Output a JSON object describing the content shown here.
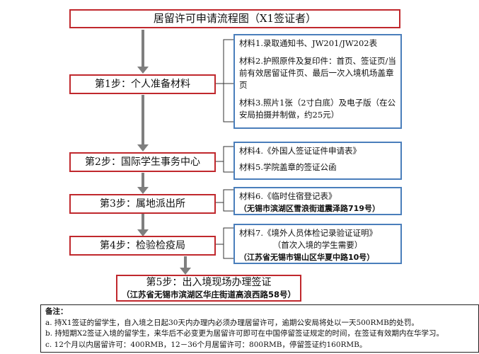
{
  "title": "居留许可申请流程图（X1签证者）",
  "steps": [
    {
      "label": "第1步：个人准备材料",
      "sub": ""
    },
    {
      "label": "第2步：国际学生事务中心",
      "sub": ""
    },
    {
      "label": "第3步：属地派出所",
      "sub": ""
    },
    {
      "label": "第4步：检验检疫局",
      "sub": ""
    },
    {
      "label": "第5步：出入境现场办理签证",
      "sub": "（江苏省无锡市滨湖区华庄街道高浪西路58号）"
    }
  ],
  "materials": {
    "m1": "材料1.录取通知书、JW201/JW202表",
    "m2": "材料2.护照原件及复印件：首页、签证页/当前有效居留证件页、最后一次入境机场盖章页",
    "m3": "材料3.照片1张（2寸白底）及电子版（在公安局拍摄并制做，约25元）",
    "m4": "材料4.《外国人签证证件申请表》",
    "m5": "材料5.学院盖章的签证公函",
    "m6": "材料6.《临时住宿登记表》",
    "m6_addr": "（无锡市滨湖区雪浪街道震泽路719号）",
    "m7": "材料7.《境外人员体检记录验证证明》",
    "m7_note": "（首次入境的学生需要）",
    "m7_addr": "（江苏省无锡市锡山区华夏中路10号）"
  },
  "notes": {
    "heading": "备注：",
    "items": [
      "a. 持X1签证的留学生，自入境之日起30天内办理内必须办理居留许可，逾期公安局将处以一天500RMB的处罚。",
      "b. 持短期X2签证入境的留学生，来华后不必变更为居留许可即可在中国停留签证规定的时间，在签证有效期内在华学习。",
      "c. 12个月以内居留许可：400RMB，12－36个月居留许可：800RMB，停留签证约160RMB。"
    ]
  },
  "colors": {
    "step_border": "#c0282d",
    "material_border": "#4a7ebb",
    "arrow": "#7f7f7f"
  }
}
